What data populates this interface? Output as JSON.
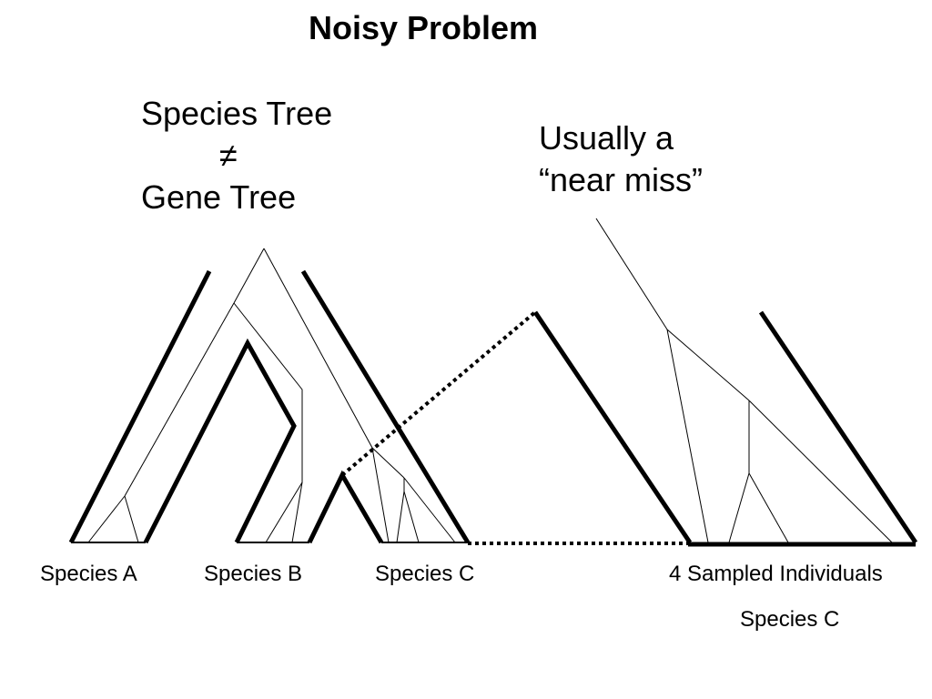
{
  "slide": {
    "title": "Noisy Problem",
    "species_note": {
      "line1": "Species Tree",
      "line2": "≠",
      "line3": "Gene Tree"
    },
    "near_miss_note": {
      "line1": "Usually a",
      "line2": "“near miss”"
    },
    "labels": {
      "species_a": "Species A",
      "species_b": "Species B",
      "species_c": "Species C",
      "sampled": "4 Sampled Individuals",
      "species_c_zoom": "Species C"
    }
  }
}
